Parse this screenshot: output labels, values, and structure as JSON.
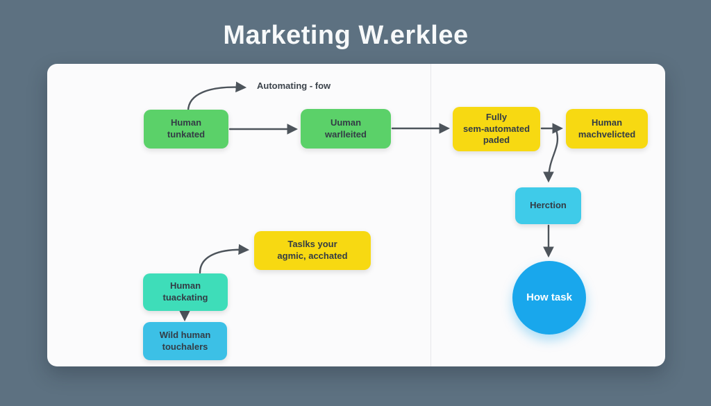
{
  "title": "Marketing W.erklee",
  "canvas": {
    "annotation": "Automating - fow"
  },
  "nodes": {
    "human_tunkated": [
      "Human",
      "tunkated"
    ],
    "uuman_warlleited": [
      "Uuman",
      "warlleited"
    ],
    "fully_sem_automated": [
      "Fully",
      "sem-automated",
      "paded"
    ],
    "human_machvelicted": [
      "Human",
      "machvelicted"
    ],
    "herction": [
      "Herction"
    ],
    "how_task": [
      "How task"
    ],
    "tasks_agmic": [
      "Taslks your",
      "agmic, acchated"
    ],
    "human_tuackating": [
      "Human",
      "tuackating"
    ],
    "wild_human_touchalers": [
      "Wild human",
      "touchalers"
    ]
  },
  "colors": {
    "background": "#5d7181",
    "canvas": "#fbfbfc",
    "green": "#5bd169",
    "yellow": "#f7d912",
    "teal": "#3eddb9",
    "cyan": "#3fcbe9",
    "cyan_light": "#3cc0e6",
    "blue_circle": "#19a7ec",
    "arrow": "#4d545b",
    "node_text": "#333c45",
    "title_text": "#f7f9fa"
  }
}
